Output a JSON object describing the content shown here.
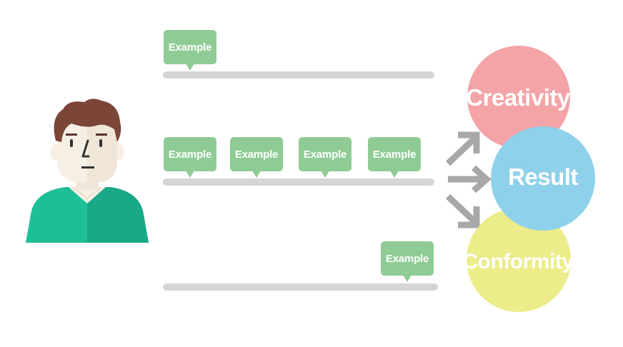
{
  "tracks": [
    {
      "labels": [
        "Example"
      ]
    },
    {
      "labels": [
        "Example",
        "Example",
        "Example",
        "Example"
      ]
    },
    {
      "labels": [
        "Example"
      ]
    }
  ],
  "outcomes": {
    "creativity": "Creativity",
    "result": "Result",
    "conformity": "Conformity"
  },
  "colors": {
    "bubble": "#8fcc95",
    "track": "#d5d5d5",
    "arrow": "#a8a8a8",
    "creativity": "#f4a3a7",
    "result": "#8fd1ea",
    "conformity": "#ecec8a",
    "shirt": "#1dbf99",
    "hair": "#7b4538",
    "skin": "#f5efe4"
  },
  "icons": [
    "person-avatar-icon",
    "arrow-up-right-icon",
    "arrow-right-icon",
    "arrow-down-right-icon"
  ]
}
